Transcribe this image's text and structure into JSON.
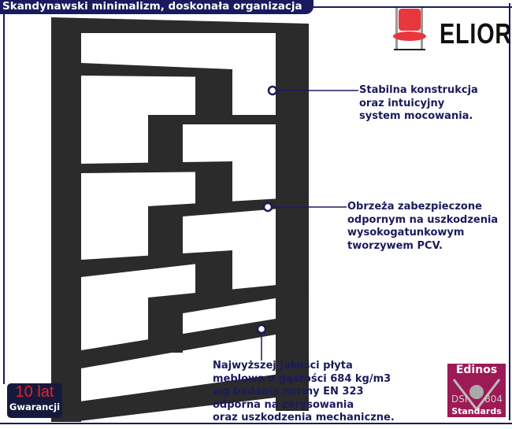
{
  "header": {
    "title": "Skandynawski minimalizm, doskonała organizacja"
  },
  "brand": {
    "name": "ELIOR",
    "accent": "#1a1a5e"
  },
  "callouts": [
    {
      "lines": [
        "Stabilna konstrukcja",
        "oraz intuicyjny",
        "system mocowania."
      ]
    },
    {
      "lines": [
        "Obrzeża zabezpieczone",
        "odpornym na uszkodzenia",
        "wysokogatunkowym",
        "tworzywem PCV."
      ]
    },
    {
      "lines": [
        "Najwyższej jakości płyta",
        "meblowa o gęstości 684 kg/m3",
        "wg badania normy EN 323",
        "odporna na zarysowania",
        "oraz uszkodzenia mechaniczne."
      ]
    }
  ],
  "warranty": {
    "years": "10 lat",
    "label": "Gwarancji"
  },
  "certificate": {
    "top": "Edinos",
    "left": "DSI",
    "right": "804",
    "bottom": "Standards"
  }
}
